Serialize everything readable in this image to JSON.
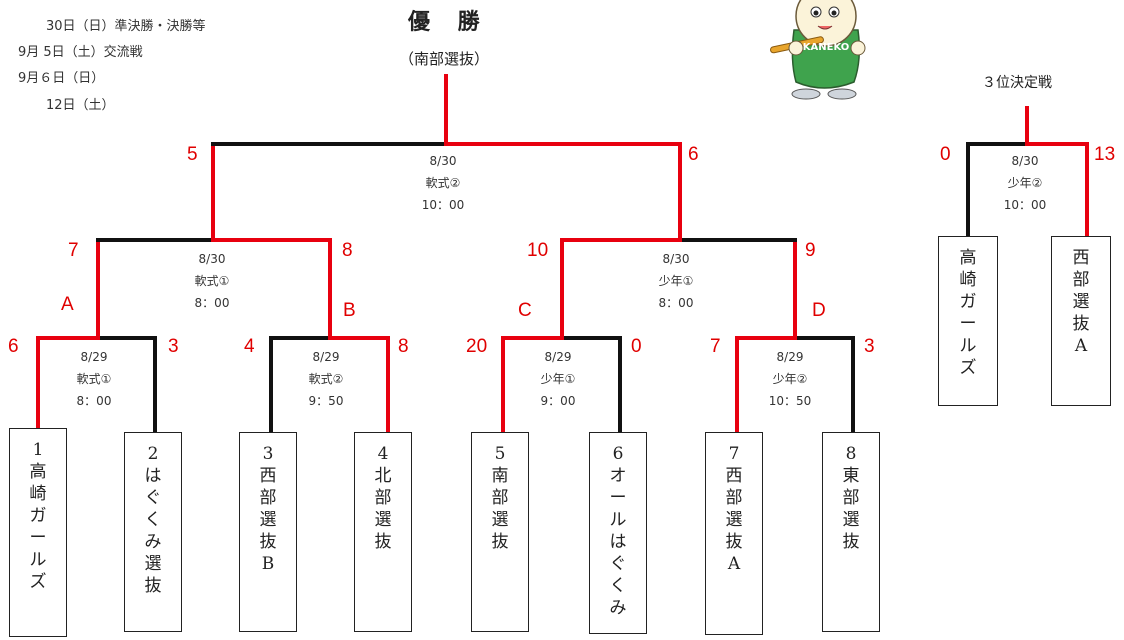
{
  "schedule": [
    "30日（日）準決勝・決勝等",
    "9月 5日（土）交流戦",
    "9月６日（日）",
    "12日（土）"
  ],
  "champion": {
    "title": "優 勝",
    "team": "（南部選抜）"
  },
  "third_place": {
    "title": "３位決定戦"
  },
  "mascot": {
    "shirt_text": "KANEKO"
  },
  "teams": [
    {
      "label": "1\n高\n崎\nガ\nー\nル\nズ"
    },
    {
      "label": "2\nは\nぐ\nく\nみ\n選\n抜"
    },
    {
      "label": "3\n西\n部\n選\n抜\nB"
    },
    {
      "label": "4\n北\n部\n選\n抜"
    },
    {
      "label": "5\n南\n部\n選\n抜"
    },
    {
      "label": "6\nオ\nー\nル\nは\nぐ\nく\nみ"
    },
    {
      "label": "7\n西\n部\n選\n抜\nA"
    },
    {
      "label": "8\n東\n部\n選\n抜"
    },
    {
      "label": "高\n崎\nガ\nー\nル\nズ"
    },
    {
      "label": "西\n部\n選\n抜\nA"
    }
  ],
  "matches": {
    "r1_1": {
      "date": "8/29",
      "venue": "軟式①",
      "time": "8：00",
      "score_left": "6",
      "score_right": "3",
      "letter": "A"
    },
    "r1_2": {
      "date": "8/29",
      "venue": "軟式②",
      "time": "9：50",
      "score_left": "4",
      "score_right": "8",
      "letter": "B"
    },
    "r1_3": {
      "date": "8/29",
      "venue": "少年①",
      "time": "9：00",
      "score_left": "20",
      "score_right": "0",
      "letter": "C"
    },
    "r1_4": {
      "date": "8/29",
      "venue": "少年②",
      "time": "10：50",
      "score_left": "7",
      "score_right": "3",
      "letter": "D"
    },
    "sf_1": {
      "date": "8/30",
      "venue": "軟式①",
      "time": "8：00",
      "score_left": "7",
      "score_right": "8"
    },
    "sf_2": {
      "date": "8/30",
      "venue": "少年①",
      "time": "8：00",
      "score_left": "10",
      "score_right": "9"
    },
    "final": {
      "date": "8/30",
      "venue": "軟式②",
      "time": "10：00",
      "score_left": "5",
      "score_right": "6"
    },
    "third": {
      "date": "8/30",
      "venue": "少年②",
      "time": "10：00",
      "score_left": "0",
      "score_right": "13"
    }
  },
  "colors": {
    "winner_line": "#e8000f",
    "loser_line": "#111111",
    "score": "#e00000"
  }
}
